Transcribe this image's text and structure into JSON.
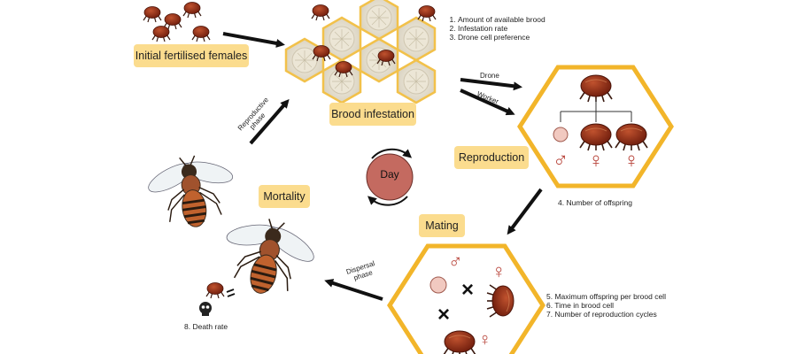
{
  "labels": {
    "initial_females": "Initial fertilised females",
    "brood_infestation": "Brood infestation",
    "reproduction": "Reproduction",
    "mating": "Mating",
    "mortality": "Mortality",
    "day": "Day"
  },
  "arrow_labels": {
    "drone": "Drone",
    "worker": "Worker",
    "reproductive_phase_1": "Reproductive",
    "reproductive_phase_2": "phase",
    "dispersal_phase_1": "Dispersal",
    "dispersal_phase_2": "phase"
  },
  "parameters": {
    "infestation": [
      "Amount of available brood",
      "Infestation rate",
      "Drone cell preference"
    ],
    "offspring": "4. Number of offspring",
    "mating": [
      "5. Maximum offspring per brood cell",
      "6. Time in brood cell",
      "7. Number of reproduction cycles"
    ],
    "death": "8. Death rate"
  },
  "symbols": {
    "male": "♂",
    "female": "♀",
    "cross": "×"
  },
  "icons": [
    "mite-icon",
    "honeycomb-icon",
    "bee-icon",
    "skull-icon",
    "cycle-icon"
  ],
  "colors": {
    "label_bg": "#fbdc8e",
    "hexagon_stroke": "#f2b52a",
    "mite_body": "#8e2a16",
    "sex_symbol": "#b8443a",
    "day_circle": "#c46a60"
  }
}
